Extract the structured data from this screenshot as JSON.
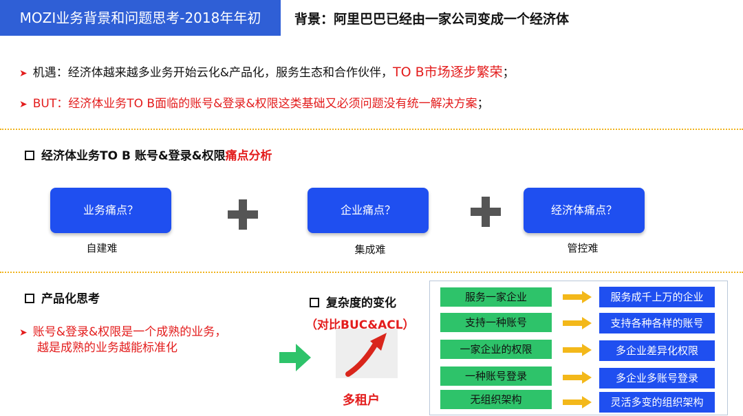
{
  "header": {
    "title": "MOZI业务背景和问题思考-2018年年初",
    "heading": "背景：阿里巴巴已经由一家公司变成一个经济体"
  },
  "bullets": {
    "opportunity_prefix": "机遇：经济体越来越多业务开始云化&产品化，服务生态和合作伙伴，",
    "opportunity_highlight": "TO B市场逐步繁荣",
    "opportunity_suffix": "；",
    "but_prefix": "BUT：",
    "but_text": "经济体业务TO B面临的账号&登录&权限这类基础又必须问题没有统一解决方案",
    "but_suffix": "；"
  },
  "pain_section": {
    "title_prefix": "经济体业务TO B 账号&登录&权限",
    "title_highlight": "痛点分析",
    "items": [
      {
        "label": "业务痛点？",
        "caption": "自建难"
      },
      {
        "label": "企业痛点？",
        "caption": "集成难"
      },
      {
        "label": "经济体痛点？",
        "caption": "管控难"
      }
    ]
  },
  "product_section": {
    "title": "产品化思考",
    "line1": "账号&登录&权限是一个成熟的业务，",
    "line2": "越是成熟的业务越能标准化"
  },
  "complexity_section": {
    "title": "复杂度的变化",
    "subtitle": "（对比BUC&ACL）",
    "multi_tenant": "多租户"
  },
  "comparison": [
    {
      "from": "服务一家企业",
      "to": "服务成千上万的企业"
    },
    {
      "from": "支持一种账号",
      "to": "支持各种各样的账号"
    },
    {
      "from": "一家企业的权限",
      "to": "多企业差异化权限"
    },
    {
      "from": "一种账号登录",
      "to": "多企业多账号登录"
    },
    {
      "from": "无组织架构",
      "to": "灵活多变的组织架构"
    }
  ],
  "icons": {
    "bullet": "red-arrow-bullet-icon",
    "checkbox": "square-bullet-icon",
    "plus": "plus-icon",
    "flow": "green-arrow-icon",
    "trend": "red-trend-arrow-icon",
    "map": "yellow-arrow-icon"
  },
  "colors": {
    "title_bar": "#2f5fd6",
    "accent_red": "#e31c1c",
    "box_blue": "#1f4ff0",
    "box_green": "#2ec36a",
    "divider": "#f0b21a"
  }
}
